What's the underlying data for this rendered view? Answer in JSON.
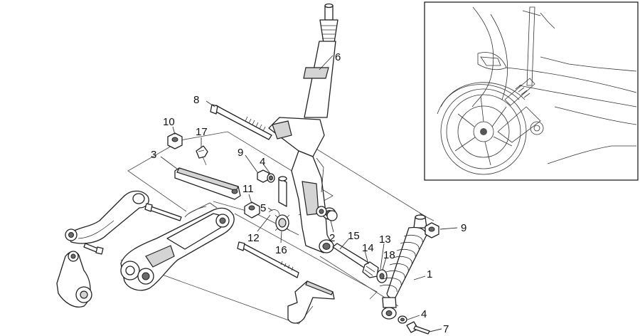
{
  "callouts": [
    {
      "id": "c1",
      "label": "1"
    },
    {
      "id": "c2",
      "label": "2"
    },
    {
      "id": "c3",
      "label": "3"
    },
    {
      "id": "c4a",
      "label": "4"
    },
    {
      "id": "c4b",
      "label": "4"
    },
    {
      "id": "c5",
      "label": "5"
    },
    {
      "id": "c6",
      "label": "6"
    },
    {
      "id": "c7",
      "label": "7"
    },
    {
      "id": "c8",
      "label": "8"
    },
    {
      "id": "c9a",
      "label": "9"
    },
    {
      "id": "c9b",
      "label": "9"
    },
    {
      "id": "c10",
      "label": "10"
    },
    {
      "id": "c11",
      "label": "11"
    },
    {
      "id": "c12",
      "label": "12"
    },
    {
      "id": "c13",
      "label": "13"
    },
    {
      "id": "c14",
      "label": "14"
    },
    {
      "id": "c15",
      "label": "15"
    },
    {
      "id": "c16",
      "label": "16"
    },
    {
      "id": "c17",
      "label": "17"
    },
    {
      "id": "c18",
      "label": "18"
    }
  ]
}
